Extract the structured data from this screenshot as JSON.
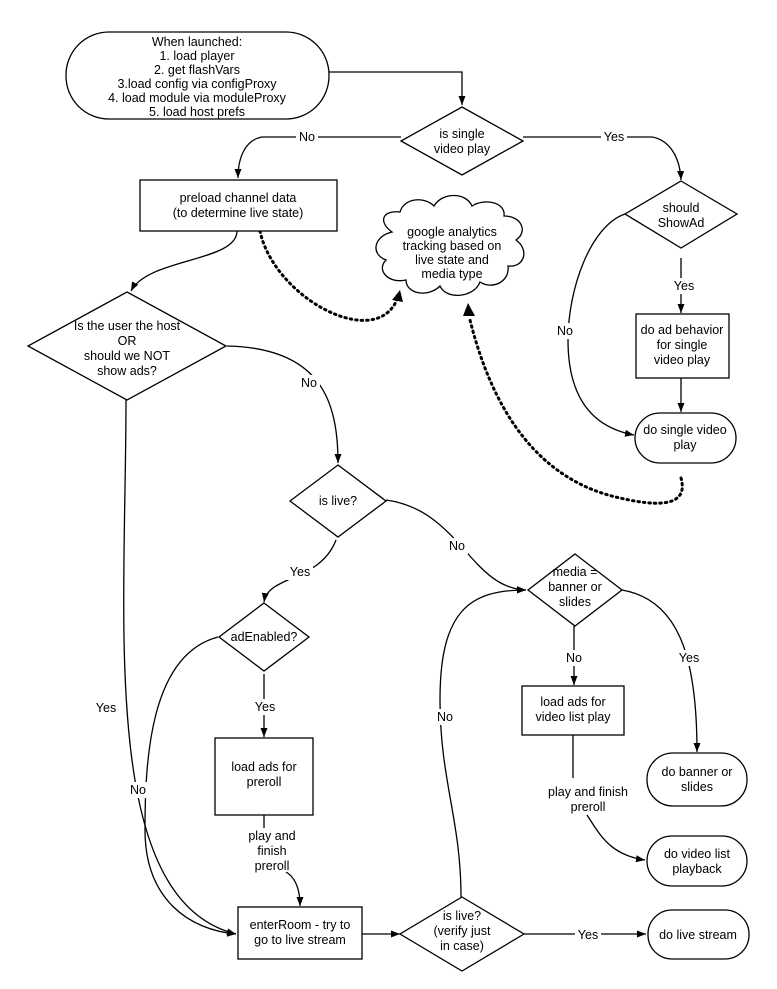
{
  "nodes": {
    "start": [
      "When launched:",
      "1. load player",
      "2. get flashVars",
      "3.load config via configProxy",
      "4. load module via moduleProxy",
      "5. load host prefs"
    ],
    "single_video": [
      "is single",
      "video play"
    ],
    "preload": [
      "preload channel data",
      "(to determine live state)"
    ],
    "analytics": [
      "google analytics",
      "tracking based on",
      "live state and",
      "media type"
    ],
    "should_show_ad": [
      "should",
      "ShowAd"
    ],
    "ad_behavior": [
      "do ad behavior",
      "for single",
      "video play"
    ],
    "single_play": [
      "do single video",
      "play"
    ],
    "host_check": [
      "Is the user the host",
      "OR",
      "should we NOT",
      "show ads?"
    ],
    "is_live": [
      "is live?"
    ],
    "media_check": [
      "media =",
      "banner or",
      "slides"
    ],
    "ad_enabled": [
      "adEnabled?"
    ],
    "load_ads_preroll": [
      "load ads for",
      "preroll"
    ],
    "load_ads_list": [
      "load ads for",
      "video list play"
    ],
    "banner": [
      "do banner or",
      "slides"
    ],
    "video_list": [
      "do video list",
      "playback"
    ],
    "enter_room": [
      "enterRoom - try to",
      "go to live stream"
    ],
    "verify_live": [
      "is live?",
      "(verify just",
      "in case)"
    ],
    "live_stream": [
      "do live stream"
    ]
  },
  "edge_labels": {
    "no_single": "No",
    "yes_single": "Yes",
    "yes_showad": "Yes",
    "no_showad": "No",
    "no_host": "No",
    "yes_host": "Yes",
    "yes_live": "Yes",
    "no_live": "No",
    "yes_adenabled": "Yes",
    "no_adenabled": "No",
    "no_media": "No",
    "yes_media": "Yes",
    "play_finish_1": [
      "play and",
      "finish",
      "preroll"
    ],
    "play_finish_2": [
      "play and finish",
      "preroll"
    ],
    "no_verify": "No",
    "yes_verify": "Yes"
  }
}
